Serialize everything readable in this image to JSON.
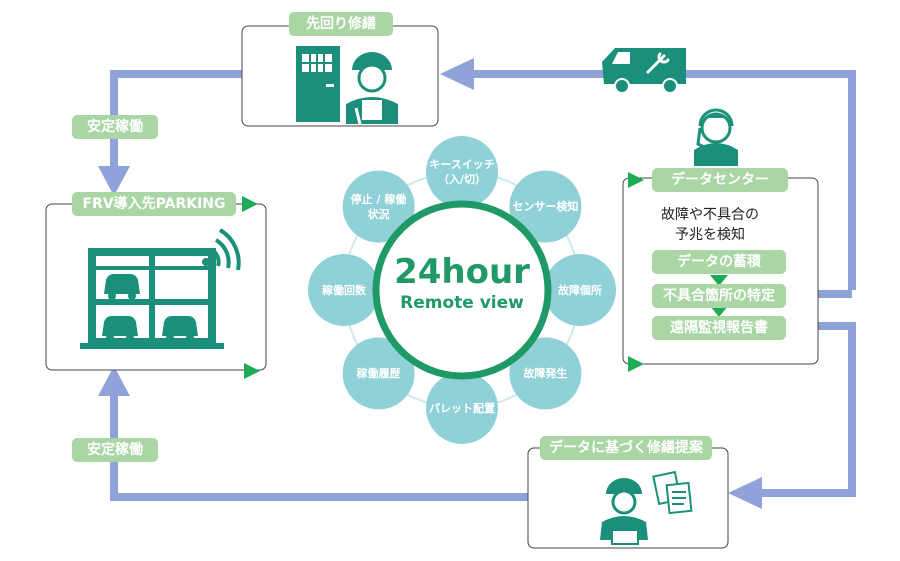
{
  "top_box": {
    "label": "先回り修繕"
  },
  "left_box": {
    "label": "FRV導入先PARKING"
  },
  "right_box": {
    "label": "データセンター",
    "description": "故障や不具合の\n予兆を検知",
    "steps": [
      "データの蓄積",
      "不具合箇所の特定",
      "遠隔監視報告書"
    ]
  },
  "bottom_box": {
    "label": "データに基づく修繕提案"
  },
  "stable_top": "安定稼働",
  "stable_bottom": "安定稼働",
  "center": {
    "line1": "24hour",
    "line2": "Remote view"
  },
  "bubbles": [
    "キースイッチ\n（入/切）",
    "センサー検知",
    "故障個所",
    "故障発生",
    "パレット配置",
    "稼働履歴",
    "稼働回数",
    "停止 / 稼働\n状況"
  ],
  "colors": {
    "green_label": "#a9d6a4",
    "arrow_blue": "#8fa2d9",
    "bubble": "#8fd1d6",
    "circle_green": "#1f9966",
    "triangle_green": "#1faa55",
    "icon_teal": "#1a8f7a"
  }
}
